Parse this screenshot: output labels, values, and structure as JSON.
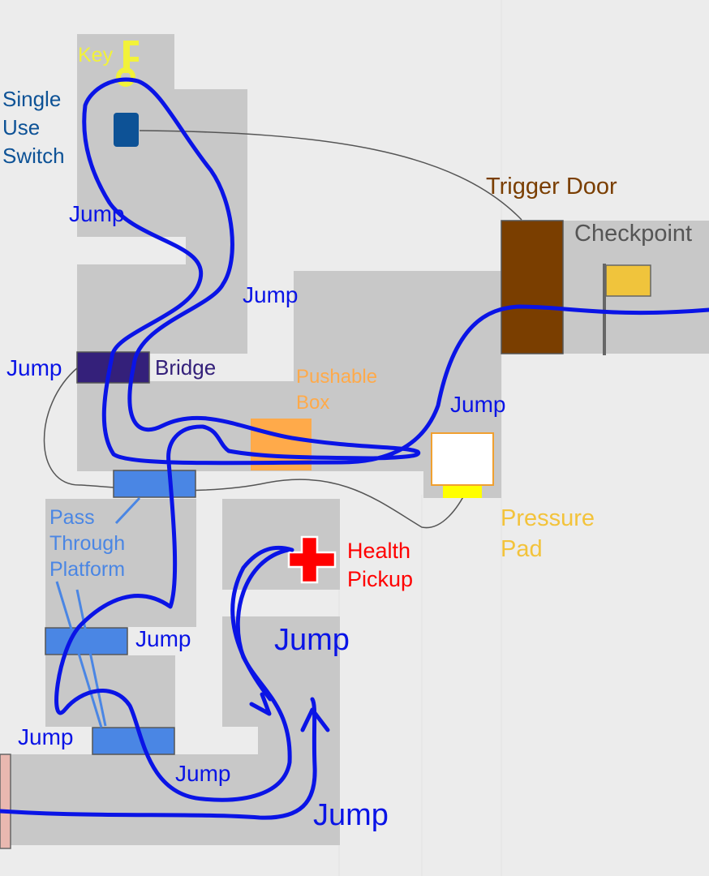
{
  "labels": {
    "key": "Key",
    "single_use_switch": [
      "Single",
      "Use",
      "Switch"
    ],
    "trigger_door": "Trigger Door",
    "checkpoint": "Checkpoint",
    "bridge": "Bridge",
    "pushable_box": [
      "Pushable",
      "Box"
    ],
    "pressure_pad": [
      "Pressure",
      "Pad"
    ],
    "pass_through_platform": [
      "Pass",
      "Through",
      "Platform"
    ],
    "health_pickup": [
      "Health",
      "Pickup"
    ],
    "jump": "Jump"
  },
  "colors": {
    "background": "#ececec",
    "level_floor": "#c8c8c8",
    "path": "#0a14e6",
    "key": "#f2f23a",
    "switch": "#0d5296",
    "trigger_door": "#7a3e00",
    "checkpoint_flag": "#f0c43c",
    "bridge": "#34207a",
    "pushable_box": "#ffaa4a",
    "pressure_pad": "#f3c33b",
    "platform": "#4a86e4",
    "health": "#ff0000",
    "connector": "#555555"
  },
  "icons": [
    "key-icon",
    "switch-icon",
    "trigger-door",
    "checkpoint-flag-icon",
    "bridge-platform",
    "pushable-box",
    "pressure-pad",
    "pass-through-platform",
    "health-cross-icon",
    "spawn-door"
  ]
}
